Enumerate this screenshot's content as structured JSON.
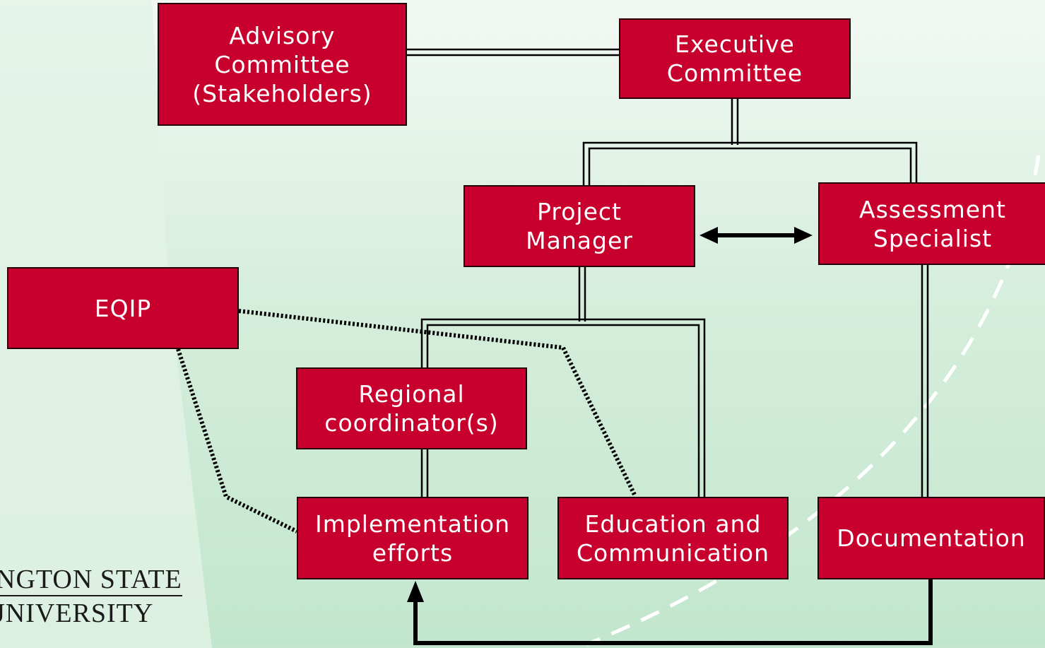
{
  "boxes": {
    "advisory": "Advisory\nCommittee\n(Stakeholders)",
    "executive": "Executive\nCommittee",
    "project_manager": "Project\nManager",
    "assessment": "Assessment\nSpecialist",
    "eqip": "EQIP",
    "regional": "Regional\ncoordinator(s)",
    "implementation": "Implementation\nefforts",
    "education": "Education and\nCommunication",
    "documentation": "Documentation"
  },
  "logo": {
    "line1": "NGTON STATE",
    "line2": "JNIVERSITY"
  },
  "colors": {
    "box_fill": "#c8002d",
    "box_text": "#ffffff",
    "connector": "#000000",
    "background": "#d6eedd"
  }
}
